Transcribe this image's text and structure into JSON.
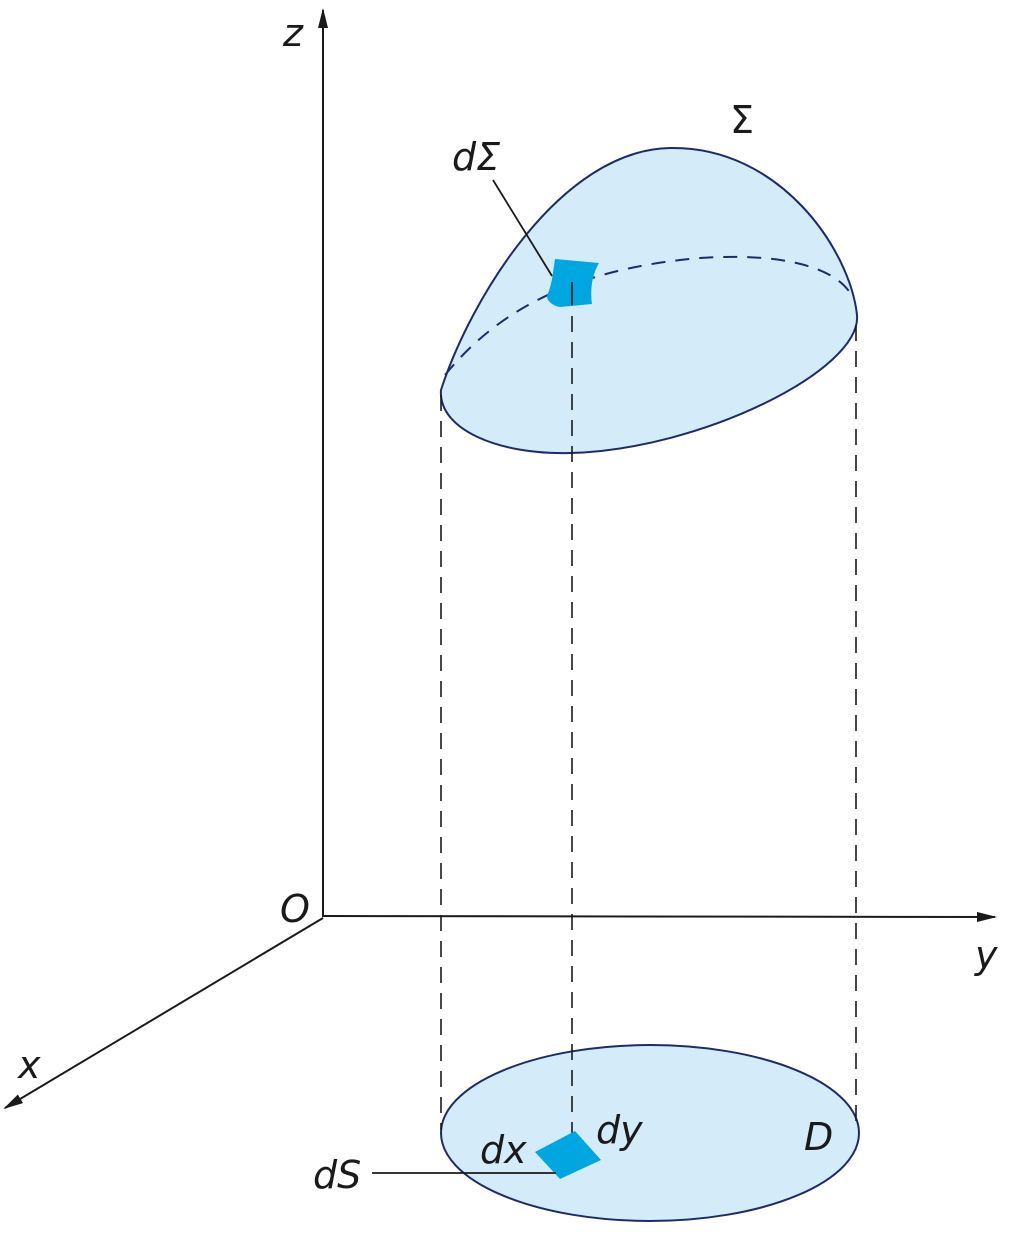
{
  "labels": {
    "z_axis": "z",
    "y_axis": "y",
    "x_axis": "x",
    "origin": "O",
    "surface": "Σ",
    "surface_element": "dΣ",
    "region": "D",
    "dx": "dx",
    "dy": "dy",
    "area_element": "dS"
  },
  "colors": {
    "surface_fill": "#d4ecf9",
    "outline": "#1f2a6b",
    "element_fill": "#00a6e0",
    "axis": "#1a1a1a"
  }
}
